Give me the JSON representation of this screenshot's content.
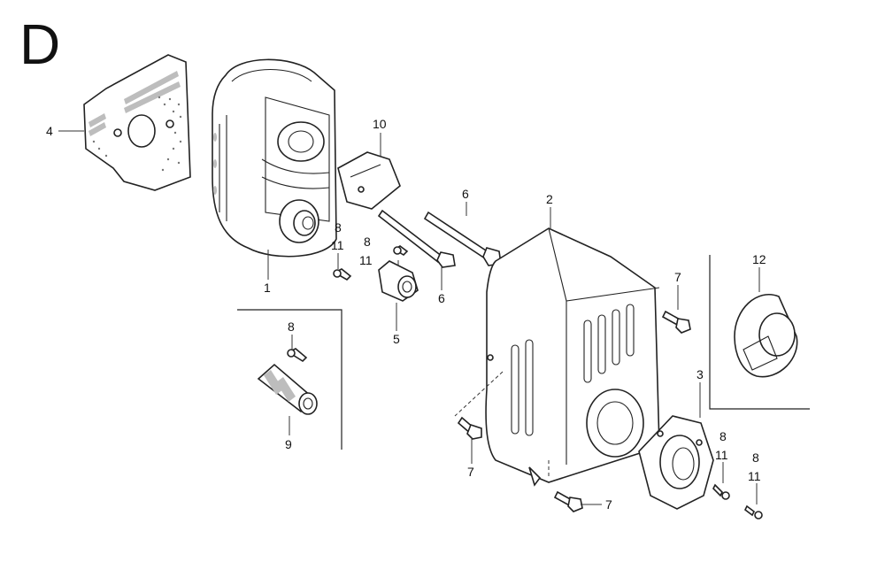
{
  "diagram": {
    "section_letter": "D",
    "callouts": [
      {
        "id": "c4",
        "text": "4"
      },
      {
        "id": "c10",
        "text": "10"
      },
      {
        "id": "c1",
        "text": "1"
      },
      {
        "id": "c8a",
        "text": "8"
      },
      {
        "id": "c11a",
        "text": "11"
      },
      {
        "id": "c8b",
        "text": "8"
      },
      {
        "id": "c11b",
        "text": "11"
      },
      {
        "id": "c5",
        "text": "5"
      },
      {
        "id": "c6a",
        "text": "6"
      },
      {
        "id": "c6b",
        "text": "6"
      },
      {
        "id": "c2",
        "text": "2"
      },
      {
        "id": "c8c",
        "text": "8"
      },
      {
        "id": "c9",
        "text": "9"
      },
      {
        "id": "c12",
        "text": "12"
      },
      {
        "id": "c7a",
        "text": "7"
      },
      {
        "id": "c3",
        "text": "3"
      },
      {
        "id": "c7b",
        "text": "7"
      },
      {
        "id": "c7c",
        "text": "7"
      },
      {
        "id": "c8d",
        "text": "8"
      },
      {
        "id": "c11c",
        "text": "11"
      },
      {
        "id": "c8e",
        "text": "8"
      },
      {
        "id": "c11d",
        "text": "11"
      }
    ]
  }
}
